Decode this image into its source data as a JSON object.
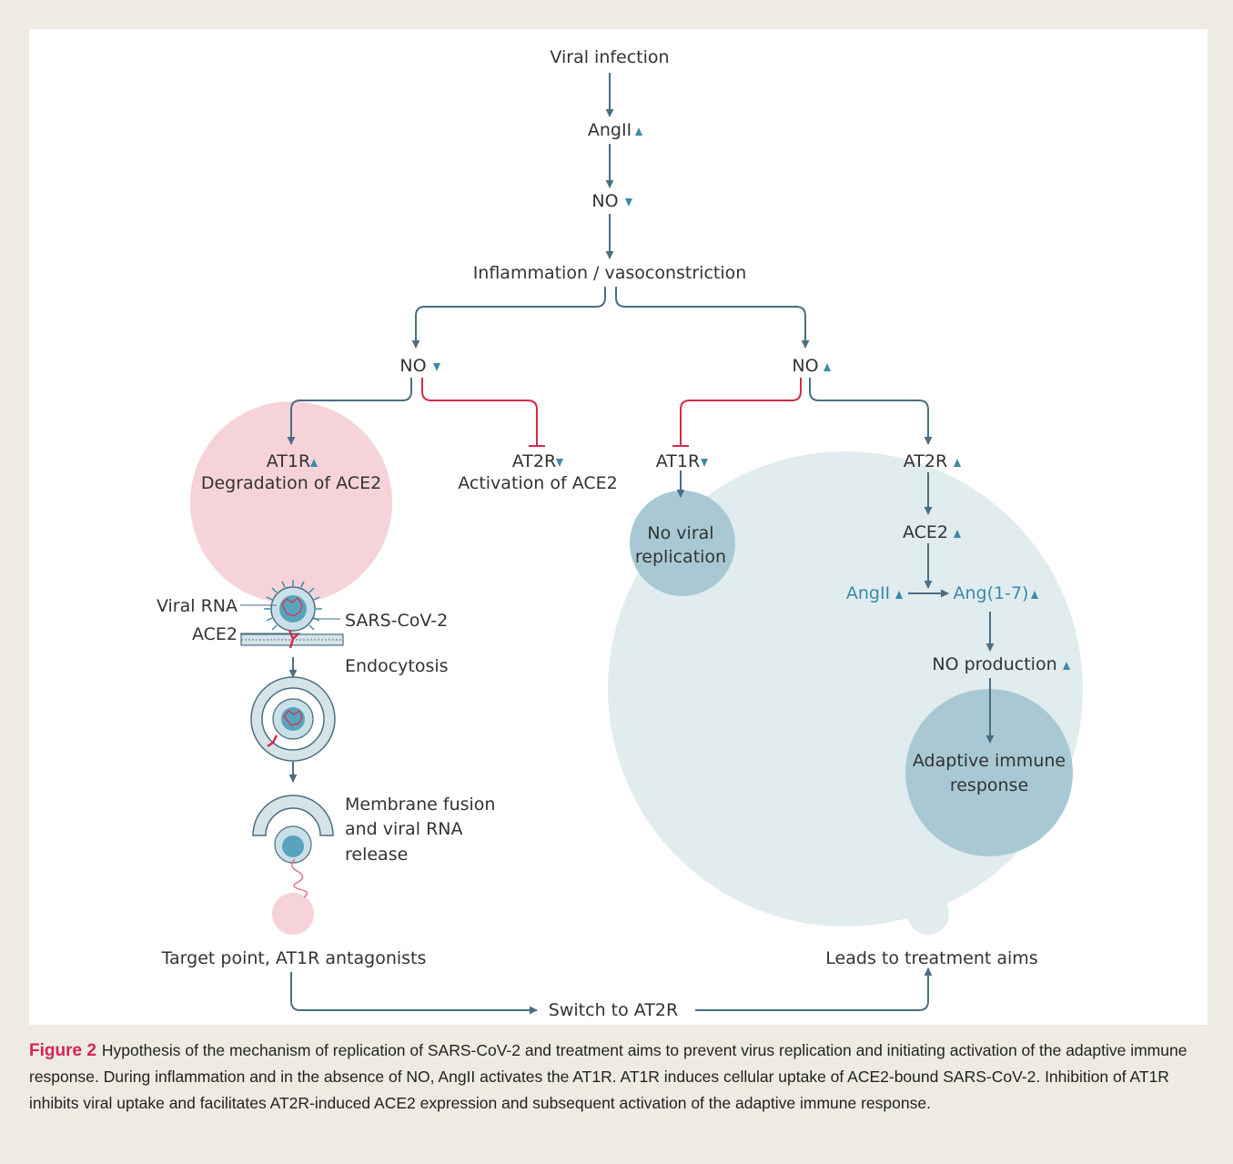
{
  "nodes": {
    "viral_infection": "Viral infection",
    "angii_top": "AngII",
    "no_top": "NO",
    "inflammation": "Inflammation / vasoconstriction",
    "no_left": "NO",
    "no_right": "NO",
    "at1r_left": "AT1R",
    "degradation": "Degradation of ACE2",
    "at2r_left": "AT2R",
    "activation": "Activation of ACE2",
    "at1r_right": "AT1R",
    "no_viral_1": "No viral",
    "no_viral_2": "replication",
    "at2r_right": "AT2R",
    "ace2_right": "ACE2",
    "angii_right": "AngII",
    "ang17": "Ang(1-7)",
    "no_production": "NO production",
    "adaptive_1": "Adaptive immune",
    "adaptive_2": "response",
    "viral_rna": "Viral RNA",
    "sars": "SARS-CoV-2",
    "ace2_label": "ACE2",
    "endocytosis": "Endocytosis",
    "fusion_1": "Membrane fusion",
    "fusion_2": "and viral RNA",
    "fusion_3": "release",
    "target_point": "Target point, AT1R antagonists",
    "treatment_aims": "Leads to treatment aims",
    "switch": "Switch to AT2R"
  },
  "colors": {
    "arrow": "#4a6f82",
    "inhibit": "#d42b4a",
    "pink_circle": "#f5d3d9",
    "light_blue_circle": "#e1ecef",
    "mid_blue_circle": "#a8c9d4",
    "triangle": "#3b8ba8",
    "figure_label": "#d4245a"
  },
  "caption": {
    "label": "Figure 2",
    "text": "Hypothesis of the mechanism of replication of SARS-CoV-2 and treatment aims to prevent virus replication and initiating activation of the adaptive immune response. During inflammation and in the absence of NO, AngII activates the AT1R. AT1R induces cellular uptake of ACE2-bound SARS-CoV-2. Inhibition of AT1R inhibits viral uptake and facilitates AT2R-induced ACE2 expression and subsequent activation of the adaptive immune response."
  }
}
